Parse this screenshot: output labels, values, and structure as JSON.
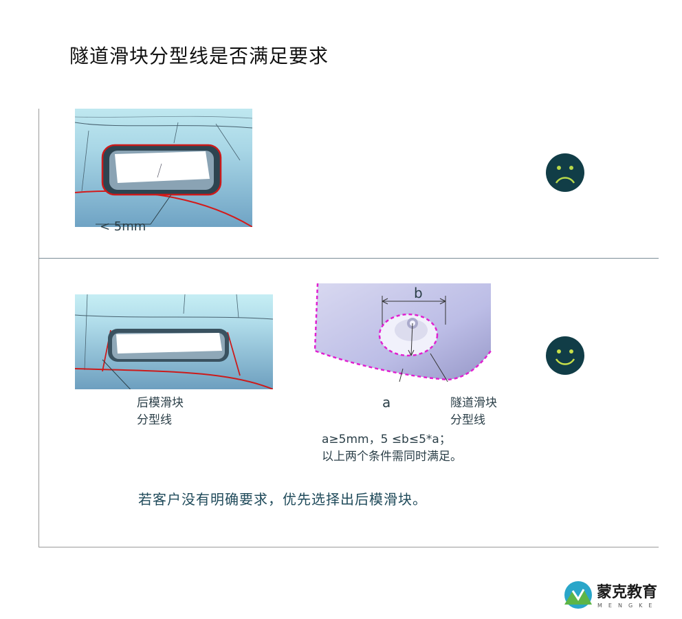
{
  "title": "隧道滑块分型线是否满足要求",
  "row1": {
    "dimension_label": "< 5mm",
    "verdict": "sad-face-icon"
  },
  "row2": {
    "left_label_line1": "后模滑块",
    "left_label_line2": "分型线",
    "dim_b": "b",
    "dim_a": "a",
    "right_label_line1": "隧道滑块",
    "right_label_line2": "分型线",
    "condition_line1": "a≥5mm，5 ≤b≤5*a；",
    "condition_line2": "以上两个条件需同时满足。",
    "verdict": "smile-face-icon"
  },
  "note": "若客户没有明确要求，优先选择出后模滑块。",
  "logo": {
    "name": "蒙克教育",
    "sub": "MENGKE"
  },
  "colors": {
    "face_bg": "#113d47",
    "sad_mouth": "#b8d94a",
    "smile_mouth": "#c8e04a",
    "parting_red": "#cc1a1a",
    "parting_magenta": "#e020d0"
  }
}
